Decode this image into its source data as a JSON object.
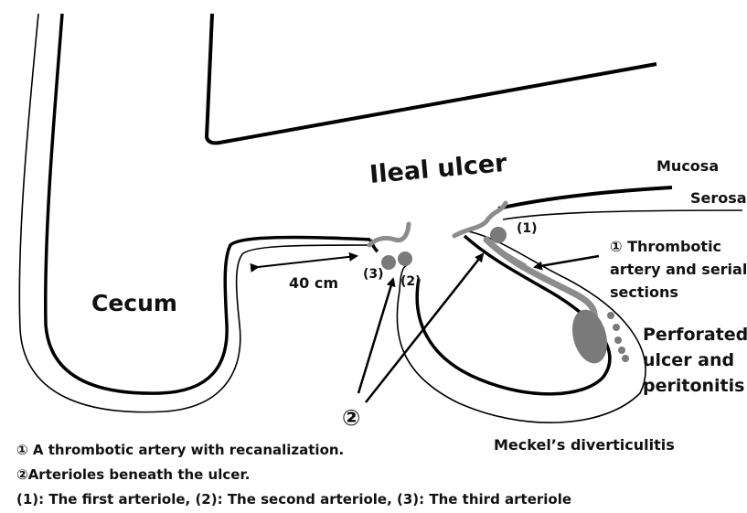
{
  "labels": {
    "ileal_ulcer": "Ileal ulcer",
    "mucosa": "Mucosa",
    "serosa": "Serosa",
    "cecum": "Cecum",
    "distance": "40 cm",
    "arteriole_1": "(1)",
    "arteriole_2": "(2)",
    "arteriole_3": "(3)",
    "thrombotic_line1": "① Thrombotic",
    "thrombotic_line2": "artery and serial",
    "thrombotic_line3": "sections",
    "perforated_line1": "Perforated",
    "perforated_line2": "ulcer and",
    "perforated_line3": "peritonitis",
    "marker_2": "②",
    "meckels": "Meckel’s diverticulitis"
  },
  "legend": {
    "line1": "① A thrombotic artery with recanalization.",
    "line2": "②Arterioles beneath the ulcer.",
    "line3": "(1): The first arteriole, (2): The second arteriole, (3): The third arteriole"
  },
  "colors": {
    "outline": "#000000",
    "vessel": "#8c8c8c",
    "lesion": "#7a7a7a"
  }
}
